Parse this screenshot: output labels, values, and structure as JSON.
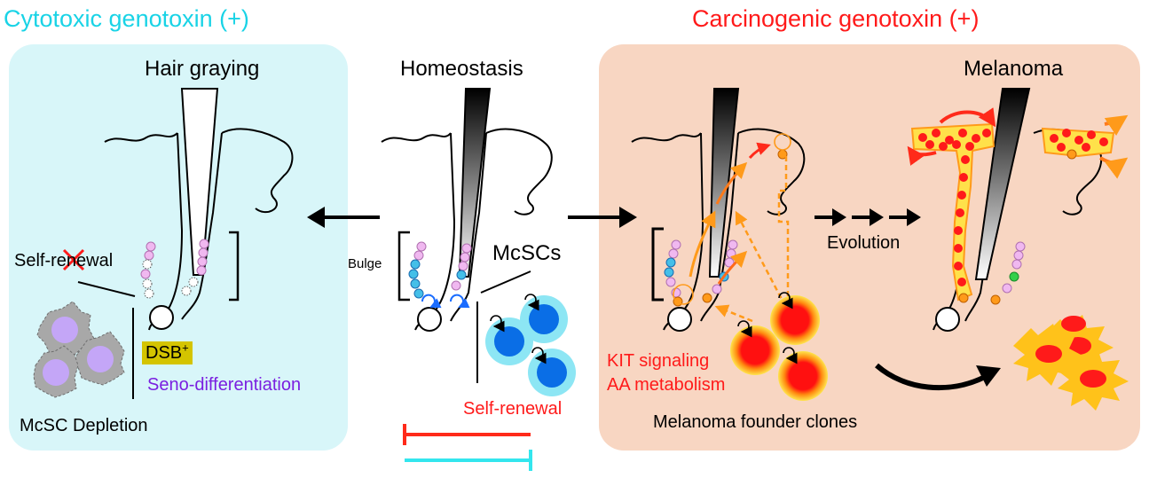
{
  "headers": {
    "left": "Cytotoxic genotoxin (+)",
    "right": "Carcinogenic genotoxin (+)"
  },
  "panels": {
    "left_title": "Hair graying",
    "center_title": "Homeostasis",
    "right_title": "Melanoma"
  },
  "labels": {
    "self_renewal_crossed": "Self-renewal",
    "dsb": "DSB",
    "dsb_sup": "+",
    "seno": "Seno-differentiation",
    "depletion": "McSC Depletion",
    "bulge": "Bulge",
    "mcscs": "McSCs",
    "self_renewal_center": "Self-renewal",
    "evolution": "Evolution",
    "kit": "KIT signaling",
    "aa": "AA metabolism",
    "founder": "Melanoma founder clones"
  },
  "colors": {
    "cyan_text": "#19d3e6",
    "red_text": "#ff1a1a",
    "purple_text": "#7a1fe0",
    "left_bg": "#d8f6f9",
    "right_bg": "#f8d6c2",
    "inhibit_red": "#ff2a1a",
    "inhibit_cyan": "#33e6ee"
  }
}
